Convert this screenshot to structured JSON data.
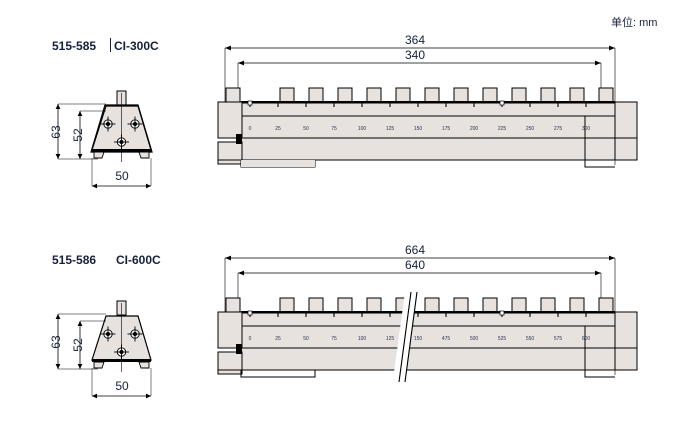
{
  "meta": {
    "unit_label": "单位: mm",
    "background_color": "#ffffff",
    "body_fill_color": "#e7e2de",
    "line_color": "#000000",
    "text_color": "#15203a"
  },
  "items": [
    {
      "id": "item-1",
      "part_code": "515-585",
      "part_name": "CI-300C",
      "cross_section": {
        "dim_height_outer": "63",
        "dim_height_inner": "52",
        "dim_width": "50",
        "hole_count": 3
      },
      "side_view": {
        "dim_overall": "364",
        "dim_inner": "340",
        "tooth_count": 13,
        "has_break": false,
        "scale_ticks": [
          "0",
          "25",
          "50",
          "75",
          "100",
          "125",
          "150",
          "175",
          "200",
          "225",
          "250",
          "275",
          "300"
        ]
      }
    },
    {
      "id": "item-2",
      "part_code": "515-586",
      "part_name": "CI-600C",
      "cross_section": {
        "dim_height_outer": "63",
        "dim_height_inner": "52",
        "dim_width": "50",
        "hole_count": 3
      },
      "side_view": {
        "dim_overall": "664",
        "dim_inner": "640",
        "tooth_count": 13,
        "has_break": true,
        "break_after_index": 6,
        "scale_ticks": [
          "0",
          "25",
          "50",
          "75",
          "100",
          "125",
          "150",
          "475",
          "500",
          "525",
          "550",
          "575",
          "600"
        ]
      }
    }
  ]
}
